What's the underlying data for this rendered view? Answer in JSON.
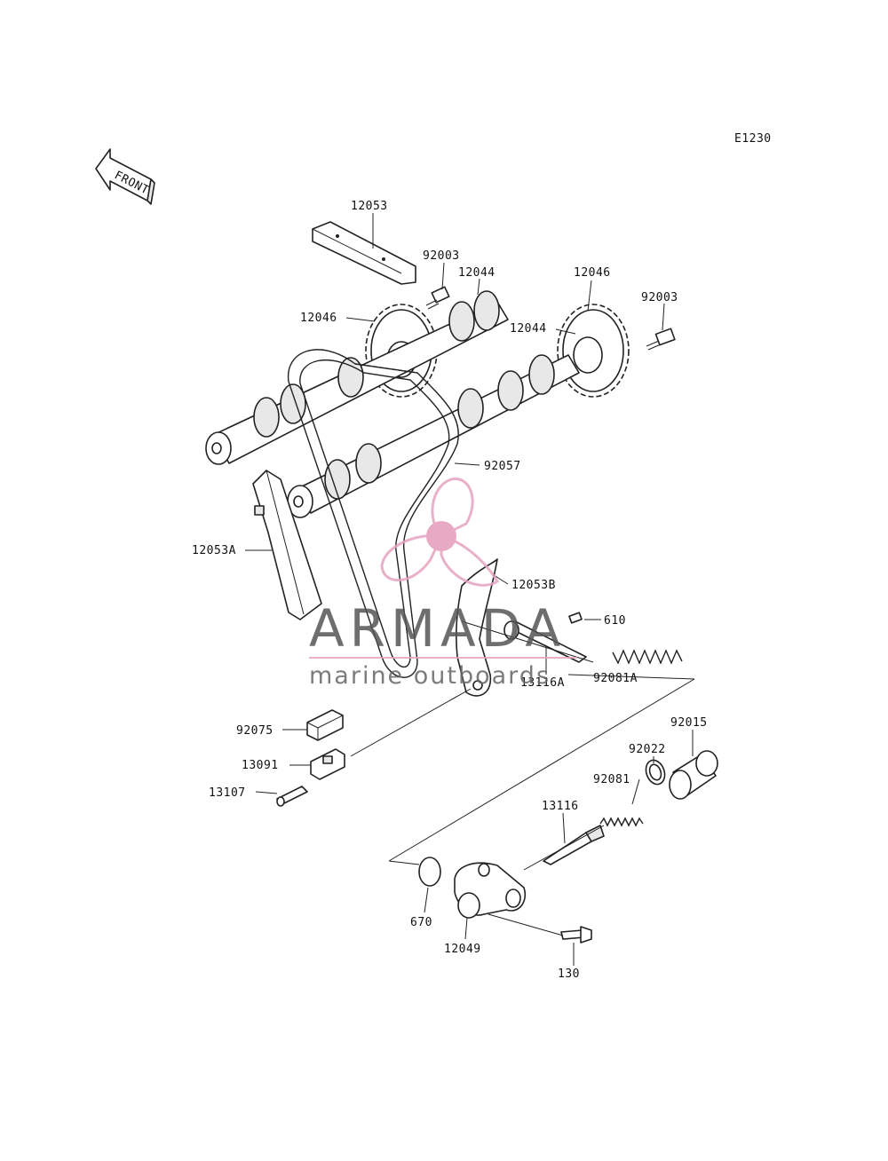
{
  "diagram": {
    "code": "E1230",
    "front_label": "FRONT",
    "parts": [
      {
        "id": "p12053",
        "number": "12053"
      },
      {
        "id": "p92003a",
        "number": "92003"
      },
      {
        "id": "p12044a",
        "number": "12044"
      },
      {
        "id": "p12046a",
        "number": "12046"
      },
      {
        "id": "p12046b",
        "number": "12046"
      },
      {
        "id": "p12044b",
        "number": "12044"
      },
      {
        "id": "p92003b",
        "number": "92003"
      },
      {
        "id": "p92057",
        "number": "92057"
      },
      {
        "id": "p12053A",
        "number": "12053A"
      },
      {
        "id": "p12053B",
        "number": "12053B"
      },
      {
        "id": "p610",
        "number": "610"
      },
      {
        "id": "p13116A",
        "number": "13116A"
      },
      {
        "id": "p92081A",
        "number": "92081A"
      },
      {
        "id": "p92075",
        "number": "92075"
      },
      {
        "id": "p13091",
        "number": "13091"
      },
      {
        "id": "p13107",
        "number": "13107"
      },
      {
        "id": "p92015",
        "number": "92015"
      },
      {
        "id": "p92022",
        "number": "92022"
      },
      {
        "id": "p92081",
        "number": "92081"
      },
      {
        "id": "p13116",
        "number": "13116"
      },
      {
        "id": "p670",
        "number": "670"
      },
      {
        "id": "p12049",
        "number": "12049"
      },
      {
        "id": "p130",
        "number": "130"
      }
    ]
  },
  "watermark": {
    "brand": "ARMADA",
    "tagline": "marine outboards",
    "logo_color": "#e6a3c0",
    "logo_center_color": "#e59bbb"
  }
}
